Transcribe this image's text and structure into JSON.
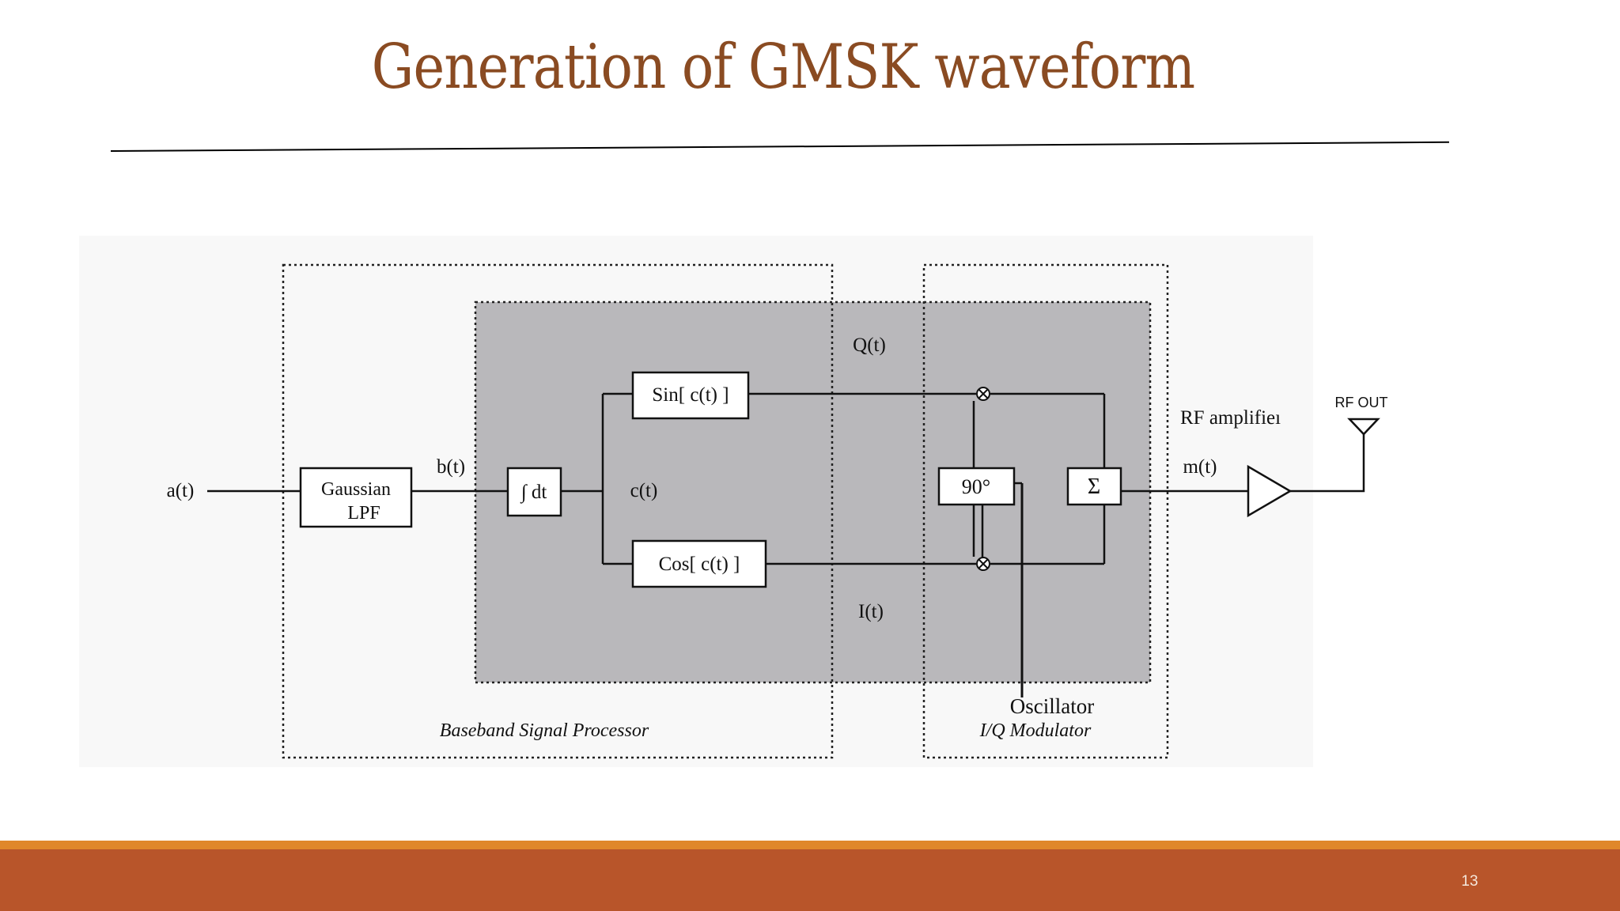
{
  "slide": {
    "title": "Generation of GMSK waveform",
    "page_number": "13"
  },
  "diagram": {
    "blocks": {
      "gaussian_lpf": [
        "Gaussian",
        "LPF"
      ],
      "integrator": "∫ dt",
      "sin": "Sin[ c(t) ]",
      "cos": "Cos[ c(t) ]",
      "phase_shift": "90°",
      "sum": "Σ"
    },
    "signals": {
      "input": "a(t)",
      "lpf_out": "b(t)",
      "phase": "c(t)",
      "q": "Q(t)",
      "i": "I(t)",
      "output": "m(t)"
    },
    "labels": {
      "rf_amplifier": "RF amplifieı",
      "rf_out": "RF OUT",
      "oscillator": "Oscillator",
      "baseband": "Baseband Signal Processor",
      "modulator": "I/Q Modulator"
    },
    "colors": {
      "shaded_region": "#b9b8bb",
      "line": "#111111"
    }
  }
}
